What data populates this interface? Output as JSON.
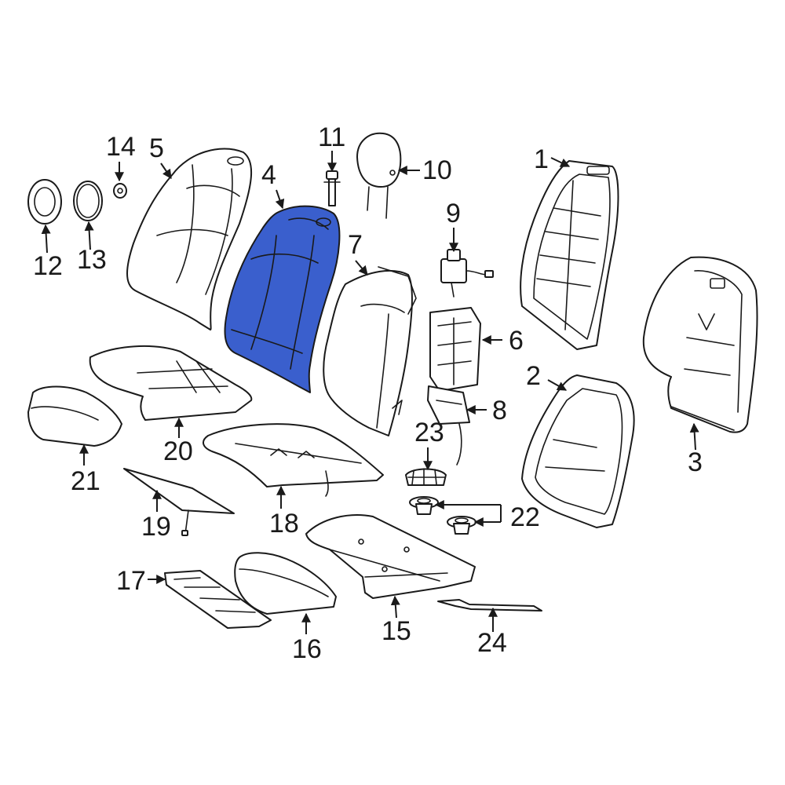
{
  "colors": {
    "highlight": "#3a5fcd",
    "line": "#1a1a1a",
    "background": "#ffffff"
  },
  "callouts": {
    "c1": "1",
    "c2": "2",
    "c3": "3",
    "c4": "4",
    "c5": "5",
    "c6": "6",
    "c7": "7",
    "c8": "8",
    "c9": "9",
    "c10": "10",
    "c11": "11",
    "c12": "12",
    "c13": "13",
    "c14": "14",
    "c15": "15",
    "c16": "16",
    "c17": "17",
    "c18": "18",
    "c19": "19",
    "c20": "20",
    "c21": "21",
    "c22": "22",
    "c23": "23",
    "c24": "24"
  },
  "highlighted_part": "4"
}
